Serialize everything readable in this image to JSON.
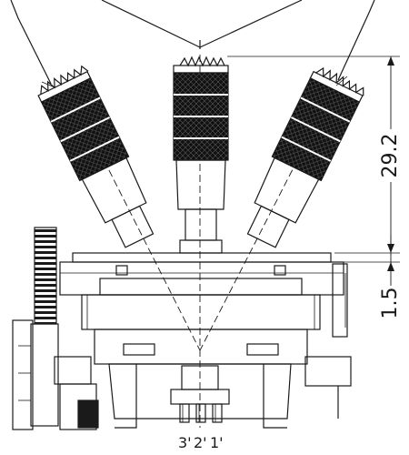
{
  "dimensions": {
    "height_label": "29.2",
    "offset_label": "1.5"
  },
  "pin_labels": [
    "3'",
    "2'",
    "1'"
  ],
  "colors": {
    "line": "#1a1a1a",
    "background": "#ffffff"
  }
}
